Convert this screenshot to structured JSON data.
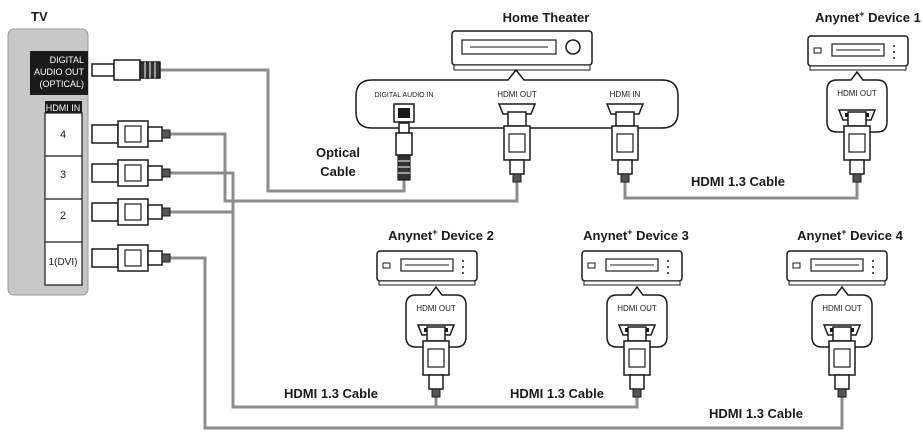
{
  "tv": {
    "title": "TV",
    "optical_port": [
      "DIGITAL",
      "AUDIO OUT",
      "(OPTICAL)"
    ],
    "hdmi_in_header": "HDMI IN",
    "hdmi_ports": [
      "4",
      "3",
      "2",
      "1(DVI)"
    ]
  },
  "home_theater": {
    "title": "Home Theater",
    "ports": {
      "digital_audio_in": "DIGITAL AUDIO IN",
      "hdmi_out": "HDMI OUT",
      "hdmi_in": "HDMI IN"
    }
  },
  "devices": [
    {
      "name": "Anynet",
      "sup": "+",
      "suffix": " Device 1",
      "port": "HDMI OUT"
    },
    {
      "name": "Anynet",
      "sup": "+",
      "suffix": " Device 2",
      "port": "HDMI OUT"
    },
    {
      "name": "Anynet",
      "sup": "+",
      "suffix": " Device 3",
      "port": "HDMI OUT"
    },
    {
      "name": "Anynet",
      "sup": "+",
      "suffix": " Device 4",
      "port": "HDMI OUT"
    }
  ],
  "cables": {
    "optical": [
      "Optical",
      "Cable"
    ],
    "hdmi_1": "HDMI 1.3 Cable",
    "hdmi_2": "HDMI 1.3 Cable",
    "hdmi_3": "HDMI 1.3 Cable",
    "hdmi_4": "HDMI 1.3 Cable"
  },
  "colors": {
    "cable": "#8c8c8c",
    "tv_panel": "#c8c8c8",
    "outline": "#1a1a1a"
  }
}
